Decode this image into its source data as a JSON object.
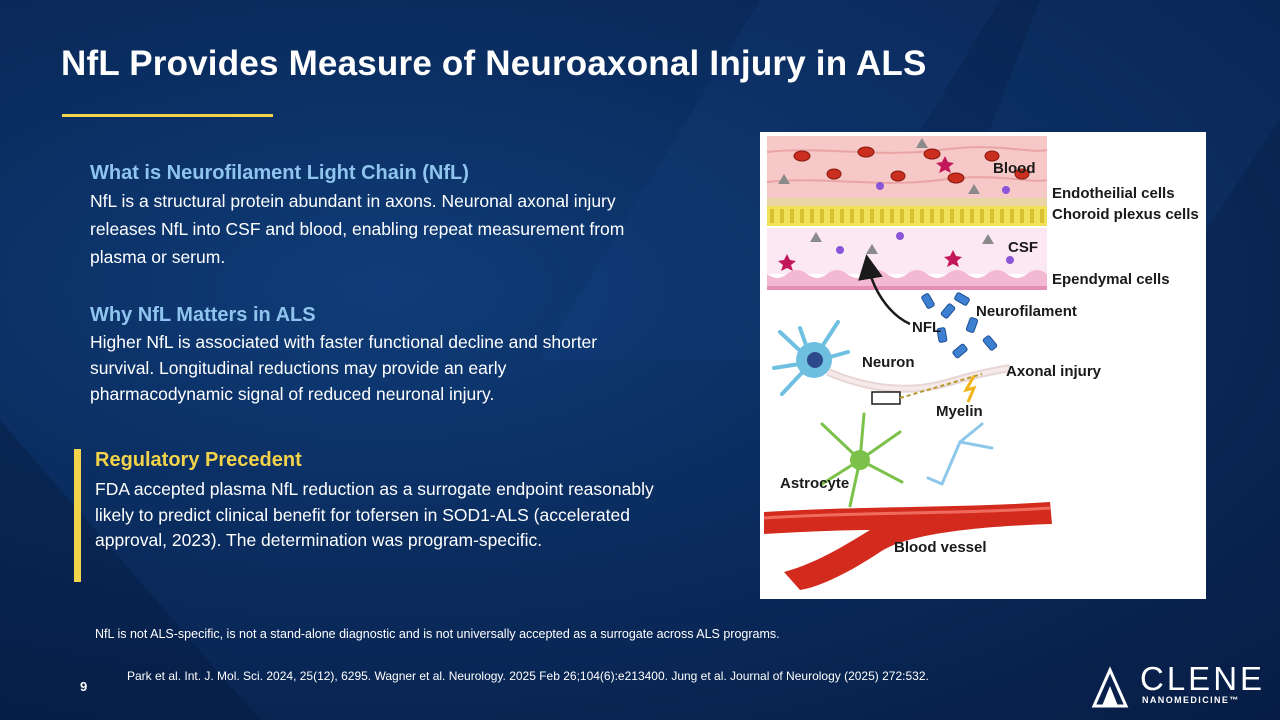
{
  "slide": {
    "title": "NfL Provides Measure of Neuroaxonal Injury in ALS",
    "page_number": "9"
  },
  "sections": [
    {
      "heading": "What is Neurofilament Light Chain (NfL)",
      "body": "NfL is a structural protein abundant in axons. Neuronal axonal injury releases NfL into CSF and blood, enabling repeat measurement from plasma or serum."
    },
    {
      "heading": "Why NfL Matters in ALS",
      "body": "Higher NfL is associated with faster functional decline and shorter survival. Longitudinal reductions may provide an early pharmacodynamic signal of reduced neuronal injury."
    }
  ],
  "callout": {
    "heading": "Regulatory Precedent",
    "body": "FDA accepted plasma NfL reduction as a surrogate endpoint reasonably likely to predict clinical benefit for tofersen in SOD1-ALS (accelerated approval, 2023). The determination was program-specific."
  },
  "figure": {
    "labels": {
      "blood": "Blood",
      "endothelial": "Endotheilial cells",
      "choroid": "Choroid plexus cells",
      "csf": "CSF",
      "ependymal": "Ependymal cells",
      "nfl": "NFL",
      "neurofilament": "Neurofilament",
      "neuron": "Neuron",
      "axonal_injury": "Axonal injury",
      "myelin": "Myelin",
      "astrocyte": "Astrocyte",
      "blood_vessel": "Blood vessel"
    }
  },
  "footer": {
    "disclaimer": "NfL is not ALS-specific, is not a stand-alone diagnostic and is not universally accepted as a surrogate across ALS programs.",
    "references": "Park et al. Int. J. Mol. Sci. 2024, 25(12), 6295. Wagner et al. Neurology. 2025 Feb 26;104(6):e213400. Jung et al. Journal of Neurology (2025) 272:532."
  },
  "logo": {
    "name": "CLENE",
    "tagline": "NANOMEDICINE™"
  },
  "colors": {
    "background": "#0a2c5e",
    "accent_yellow": "#f3d34a",
    "heading_blue": "#8fc4ee"
  }
}
